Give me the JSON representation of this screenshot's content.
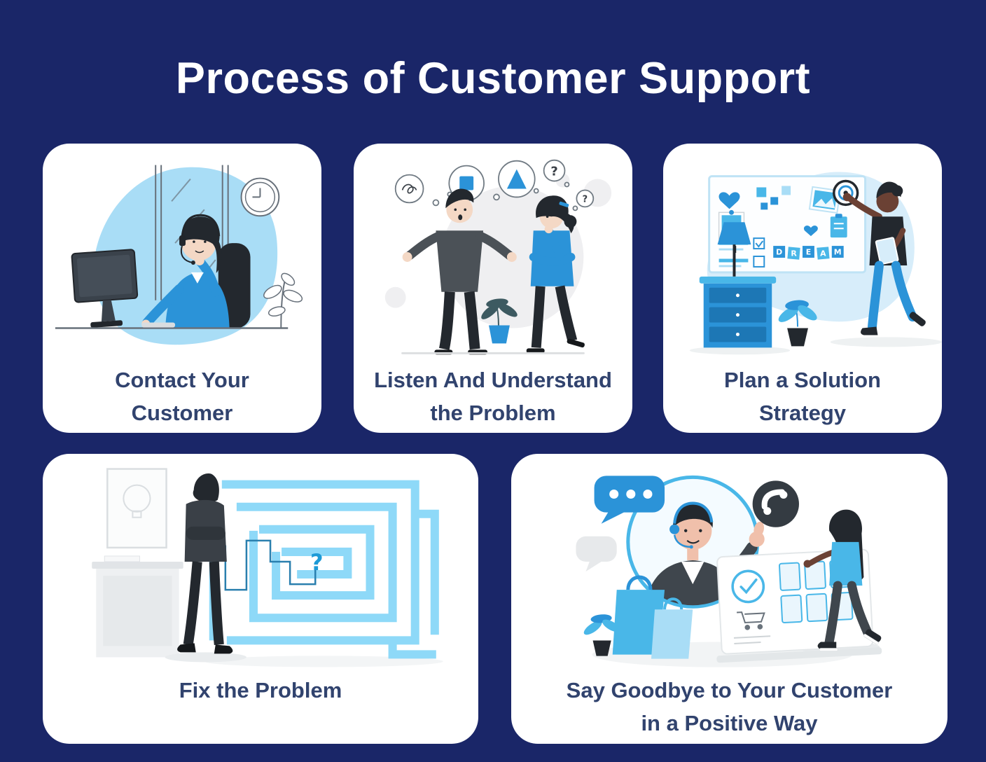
{
  "title": "Process of Customer Support",
  "colors": {
    "background": "#1a2668",
    "card_background": "#ffffff",
    "title_text": "#ffffff",
    "caption_text": "#31436e",
    "accent_blue": "#2b93d8",
    "sky_blue": "#49b7e8",
    "pale_blue": "#a9ddf6",
    "maze_blue": "#8ed9f8",
    "dark_clothing": "#3a4047"
  },
  "cards": [
    {
      "id": "contact-your-customer",
      "lines": [
        "Contact Your",
        "Customer"
      ],
      "illustration": "support-agent-with-headset-at-desk"
    },
    {
      "id": "listen-and-understand",
      "lines": [
        "Listen And Understand",
        "the Problem"
      ],
      "illustration": "two-people-discussing-problem",
      "question_mark": "?"
    },
    {
      "id": "plan-solution-strategy",
      "lines": [
        "Plan a Solution",
        "Strategy"
      ],
      "illustration": "woman-pinning-ideas-on-board",
      "board_letters": [
        "D",
        "R",
        "E",
        "A",
        "M"
      ]
    },
    {
      "id": "fix-the-problem",
      "lines": [
        "Fix the Problem"
      ],
      "illustration": "man-facing-maze",
      "question_mark": "?"
    },
    {
      "id": "say-goodbye",
      "lines": [
        "Say Goodbye to Your Customer",
        "in a Positive Way"
      ],
      "illustration": "support-agent-waving-to-customer"
    }
  ]
}
